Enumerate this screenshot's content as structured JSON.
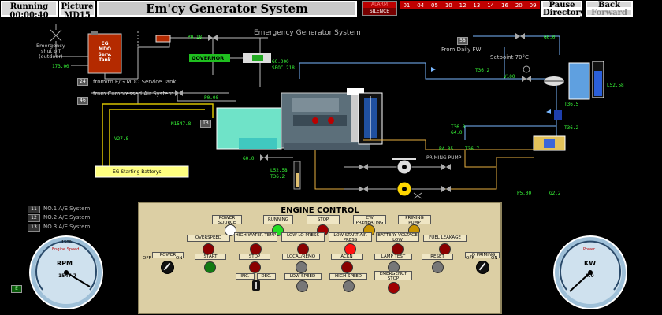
{
  "header": {
    "running_label": "Running",
    "running_time": "00:00:40",
    "picture_label": "Picture",
    "picture_id": "MD15",
    "title": "Em'cy Generator System",
    "alarm_label": "ALARM",
    "silence_label": "SILENCE",
    "alarm_codes": [
      "01",
      "04",
      "05",
      "10",
      "12",
      "13",
      "14",
      "16",
      "20",
      "09"
    ],
    "pause_label": "Pause",
    "directory_label": "Directory",
    "back_label": "Back",
    "forward_label": "Forward"
  },
  "diagram": {
    "title": "Emergency Generator System",
    "shutoff_label": "Emergency\nshut off\n(outdoor)",
    "tank_label": "EG\nMDO\nServ.\nTank",
    "governor_label": "GOVERNOR",
    "mdo_tag": "24",
    "mdo_label": "from/to E/G MDO Service Tank",
    "air_tag": "46",
    "air_label": "from Compressed Air System",
    "batteries_label": "EG Starting Batterys",
    "fw_tag": "58",
    "fw_label": "From Daily FW",
    "setpoint_label": "Setpoint 70°C",
    "priming_label": "PRIMING PUMP",
    "motor_tag": "T3",
    "readings": {
      "p_top": "P0.18",
      "l_left": "173.00",
      "g_top": "G0.000",
      "sfoc": "SFOC 218",
      "p_air": "P0.00",
      "n_speed": "N1547.8",
      "v_batt": "V27.8",
      "g_left": "G0.0",
      "l_sump": "L52.58",
      "t_sump": "T36.2",
      "g_fw": "G0.0",
      "t_exp": "T36.2",
      "v_valve": "V100",
      "l_tank": "L52.58",
      "t_cool1": "T36.5",
      "t_cool2": "T36.2",
      "t_eng1": "T36.8",
      "g_eng1": "G4.0",
      "p_oil": "P4.05",
      "t_oil": "T36.7",
      "p_low": "P5.00",
      "g_low": "G2.2"
    }
  },
  "systems": [
    {
      "num": "11",
      "label": "NO.1 A/E System"
    },
    {
      "num": "12",
      "label": "NO.2 A/E System"
    },
    {
      "num": "13",
      "label": "NO.3 A/E System"
    }
  ],
  "rpm_gauge": {
    "name": "Engine Speed",
    "unit": "RPM",
    "value": "1547.7",
    "ticks": [
      "300",
      "600",
      "900",
      "1200",
      "1500",
      "1800"
    ]
  },
  "kw_gauge": {
    "name": "Power",
    "unit": "KW",
    "value": "0.0",
    "ticks": [
      "100",
      "200",
      "300",
      "400",
      "500",
      "600"
    ]
  },
  "panel": {
    "title": "ENGINE CONTROL",
    "status": [
      {
        "label": "POWER SOURCE",
        "color": "#ffffff"
      },
      {
        "label": "RUNNING",
        "color": "#22dd22"
      },
      {
        "label": "STOP",
        "color": "#a00000"
      },
      {
        "label": "CW PREHEATING",
        "color": "#c89400"
      },
      {
        "label": "PRIMING PUMP",
        "color": "#c89400"
      }
    ],
    "alarms": [
      {
        "label": "OVERSPEED"
      },
      {
        "label": "HIGH WATER TEMP"
      },
      {
        "label": "LOW LO PRESS"
      },
      {
        "label": "LOW START AIR PRESS"
      },
      {
        "label": "BATTERY VOLTAGE LOW"
      },
      {
        "label": "FUEL LEAKAGE"
      }
    ],
    "controls": [
      {
        "label": "POWER"
      },
      {
        "label": "START"
      },
      {
        "label": "STOP"
      },
      {
        "label": "LOCAL/REMO"
      },
      {
        "label": "ACKN"
      },
      {
        "label": "LAMP TEST"
      },
      {
        "label": "RESET"
      },
      {
        "label": "LO PRIMING"
      }
    ],
    "off_label": "OFF",
    "on_label": "ON",
    "speed": [
      {
        "label": "INC."
      },
      {
        "label": "DEC."
      },
      {
        "label": "LOW SPEED"
      },
      {
        "label": "HIGH SPEED"
      },
      {
        "label": "EMERGENCY STOP"
      }
    ]
  },
  "bottom_tag": "E"
}
